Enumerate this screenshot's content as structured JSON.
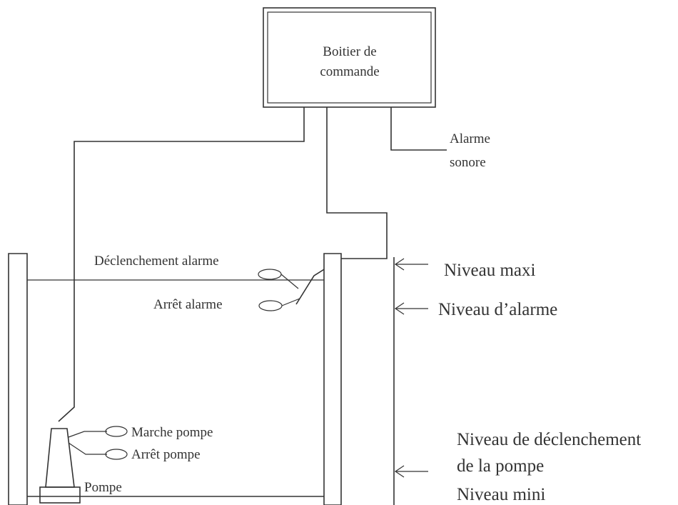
{
  "control_box": {
    "line1": "Boitier de",
    "line2": "commande"
  },
  "alarm": {
    "line1": "Alarme",
    "line2": "sonore"
  },
  "floats": {
    "alarm_trigger": "Déclenchement alarme",
    "alarm_stop": "Arrêt alarme",
    "pump_on": "Marche pompe",
    "pump_off": "Arrêt pompe"
  },
  "pump": {
    "label": "Pompe"
  },
  "levels": {
    "max": "Niveau maxi",
    "alarm": "Niveau d’alarme",
    "pump_trigger_line1": "Niveau de déclenchement",
    "pump_trigger_line2": "de la pompe",
    "min": "Niveau mini"
  }
}
